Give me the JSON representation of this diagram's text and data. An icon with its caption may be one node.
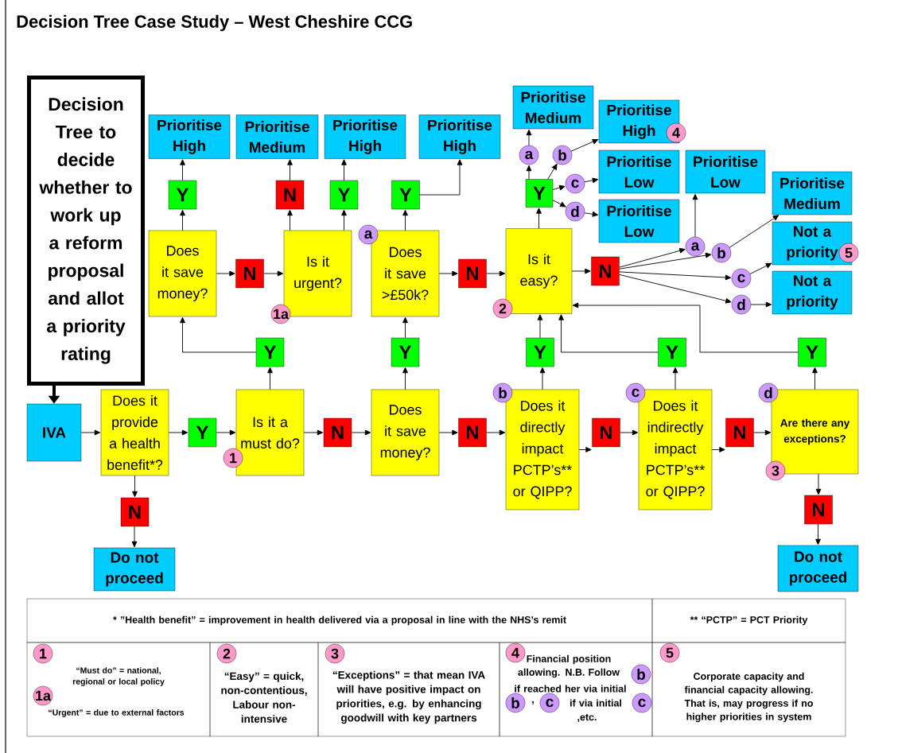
{
  "diagram": {
    "title": "Decision Tree Case Study – West Cheshire CCG",
    "nodes": [
      {
        "text": [
          "Decision Tree to decide whether to work up a reform proposal and allot a priority rating"
        ]
      },
      {
        "text": [
          "IVA"
        ]
      },
      {
        "text": [
          "Does it provide a health benefit*?"
        ]
      },
      {
        "text": [
          "Y"
        ]
      },
      {
        "text": [
          "Is it a must do?"
        ]
      },
      {
        "text": [
          "N"
        ]
      },
      {
        "text": [
          "Does it save money?"
        ]
      },
      {
        "text": [
          "N"
        ]
      },
      {
        "text": [
          "Does it directly impact PCTP’s** or QIPP?"
        ]
      },
      {
        "text": [
          "N"
        ]
      },
      {
        "text": [
          "Does it indirectly impact PCTP’s** or QIPP?"
        ]
      },
      {
        "text": [
          "N"
        ]
      },
      {
        "text": [
          "Are there any exceptions?"
        ]
      },
      {
        "text": [
          "N"
        ]
      },
      {
        "text": [
          "Do not proceed"
        ]
      },
      {
        "text": [
          "N"
        ]
      },
      {
        "text": [
          "Do not proceed"
        ]
      },
      {
        "text": [
          "Y"
        ]
      },
      {
        "text": [
          "Y"
        ]
      },
      {
        "text": [
          "Y"
        ]
      },
      {
        "text": [
          "Y"
        ]
      },
      {
        "text": [
          "Y"
        ]
      },
      {
        "text": [
          "Does it save money?"
        ]
      },
      {
        "text": [
          "N"
        ]
      },
      {
        "text": [
          "Is it urgent?"
        ]
      },
      {
        "text": [
          "Does it save >£50k?"
        ]
      },
      {
        "text": [
          "N"
        ]
      },
      {
        "text": [
          "Is it easy?"
        ]
      },
      {
        "text": [
          "N"
        ]
      },
      {
        "text": [
          "Y"
        ]
      },
      {
        "text": [
          "N"
        ]
      },
      {
        "text": [
          "Y"
        ]
      },
      {
        "text": [
          "Y"
        ]
      },
      {
        "text": [
          "Y"
        ]
      },
      {
        "text": [
          "Prioritise High"
        ]
      },
      {
        "text": [
          "Prioritise Medium"
        ]
      },
      {
        "text": [
          "Prioritise High"
        ]
      },
      {
        "text": [
          "Prioritise High"
        ]
      },
      {
        "text": [
          "a"
        ]
      },
      {
        "text": [
          "b"
        ]
      },
      {
        "text": [
          "c"
        ]
      },
      {
        "text": [
          "d"
        ]
      },
      {
        "text": [
          "Prioritise Medium"
        ]
      },
      {
        "text": [
          "Prioritise High"
        ]
      },
      {
        "text": [
          "Prioritise Low"
        ]
      },
      {
        "text": [
          "Prioritise Low"
        ]
      },
      {
        "text": [
          "a"
        ]
      },
      {
        "text": [
          "b"
        ]
      },
      {
        "text": [
          "c"
        ]
      },
      {
        "text": [
          "d"
        ]
      },
      {
        "text": [
          "Prioritise Low"
        ]
      },
      {
        "text": [
          "Prioritise Medium"
        ]
      },
      {
        "text": [
          "Not a priority"
        ]
      },
      {
        "text": [
          "Not a priority"
        ]
      },
      {
        "text": [
          "1a"
        ]
      },
      {
        "text": [
          "a"
        ]
      },
      {
        "text": [
          "4"
        ]
      },
      {
        "text": [
          "5"
        ]
      },
      {
        "text": [
          "2"
        ]
      },
      {
        "text": [
          "1"
        ]
      },
      {
        "text": [
          "b"
        ]
      },
      {
        "text": [
          "c"
        ]
      },
      {
        "text": [
          "d"
        ]
      },
      {
        "text": [
          "3"
        ]
      },
      {
        "text": [
          "* ”Health benefit” = improvement in health delivered via a proposal in line with the NHS’s remit"
        ]
      },
      {
        "text": [
          "** “PCTP” = PCT Priority"
        ]
      },
      {
        "text": [
          "“Must do” = national, regional or local policy",
          "“Urgent” = due to external factors"
        ]
      },
      {
        "text": [
          "“Easy” = quick, non-contentious, Labour non-intensive"
        ]
      },
      {
        "text": [
          "“Exceptions” = that mean IVA will have positive impact on priorities, e.g. by enhancing goodwill with key partners"
        ]
      },
      {
        "text": [
          "Financial position allowing. N.B. Follow",
          "if reached her via initial",
          ",",
          "if via initial",
          ",etc."
        ]
      },
      {
        "text": [
          "Corporate capacity and financial capacity allowing. That is, may progress if no higher priorities in system"
        ]
      },
      {
        "text": [
          "1"
        ],
        "in": 66
      },
      {
        "text": [
          "1a"
        ],
        "in": 66
      },
      {
        "text": [
          "2"
        ],
        "in": 67
      },
      {
        "text": [
          "3"
        ],
        "in": 68
      },
      {
        "text": [
          "4"
        ],
        "in": 69
      },
      {
        "text": [
          "b"
        ],
        "in": 69
      },
      {
        "text": [
          "b"
        ],
        "in": 69
      },
      {
        "text": [
          "c"
        ],
        "in": 69
      },
      {
        "text": [
          "c"
        ],
        "in": 69
      },
      {
        "text": [
          "5"
        ],
        "in": 70
      }
    ],
    "edges": [
      {
        "from": 0,
        "to": 1,
        "arrow": "to",
        "style": "thick"
      },
      {
        "from": 1,
        "to": 2,
        "arrow": "to"
      },
      {
        "from": 2,
        "to": 3,
        "arrow": "to"
      },
      {
        "from": 3,
        "to": 4,
        "arrow": "to"
      },
      {
        "from": 4,
        "to": 5,
        "arrow": "to"
      },
      {
        "from": 5,
        "to": 6,
        "arrow": "to"
      },
      {
        "from": 6,
        "to": 7,
        "arrow": "to"
      },
      {
        "from": 7,
        "to": 8,
        "arrow": "to"
      },
      {
        "from": 8,
        "to": 9,
        "arrow": "to"
      },
      {
        "from": 9,
        "to": 10,
        "arrow": "to"
      },
      {
        "from": 10,
        "to": 11,
        "arrow": "to"
      },
      {
        "from": 11,
        "to": 12,
        "arrow": "to"
      },
      {
        "from": 2,
        "to": 13,
        "arrow": "to"
      },
      {
        "from": 13,
        "to": 14,
        "arrow": "to"
      },
      {
        "from": 12,
        "to": 15,
        "arrow": "to"
      },
      {
        "from": 15,
        "to": 16,
        "arrow": "to"
      },
      {
        "from": 4,
        "to": 17,
        "arrow": "to"
      },
      {
        "from": 17,
        "to": 22,
        "arrow": "to"
      },
      {
        "from": 6,
        "to": 18,
        "arrow": "to"
      },
      {
        "from": 18,
        "to": 25,
        "arrow": "to"
      },
      {
        "from": 8,
        "to": 19,
        "arrow": "to"
      },
      {
        "from": 19,
        "to": 27,
        "arrow": "to"
      },
      {
        "from": 10,
        "to": 20,
        "arrow": "to"
      },
      {
        "from": 20,
        "to": 27,
        "arrow": "to"
      },
      {
        "from": 12,
        "to": 21,
        "arrow": "to"
      },
      {
        "from": 21,
        "to": 27,
        "arrow": "to"
      },
      {
        "from": 22,
        "to": 29,
        "arrow": "to"
      },
      {
        "from": 29,
        "to": 34,
        "arrow": "to"
      },
      {
        "from": 22,
        "to": 23,
        "arrow": "to"
      },
      {
        "from": 23,
        "to": 24,
        "arrow": "to"
      },
      {
        "from": 24,
        "to": 30,
        "arrow": "to"
      },
      {
        "from": 30,
        "to": 35,
        "arrow": "to"
      },
      {
        "from": 24,
        "to": 31,
        "arrow": "to"
      },
      {
        "from": 31,
        "to": 36,
        "arrow": "to"
      },
      {
        "from": 25,
        "to": 32,
        "arrow": "to"
      },
      {
        "from": 32,
        "to": 37,
        "arrow": "to"
      },
      {
        "from": 25,
        "to": 26,
        "arrow": "to"
      },
      {
        "from": 26,
        "to": 27,
        "arrow": "to"
      },
      {
        "from": 27,
        "to": 33,
        "arrow": "to"
      },
      {
        "from": 33,
        "to": 38,
        "arrow": "to"
      },
      {
        "from": 38,
        "to": 42,
        "arrow": "to"
      },
      {
        "from": 33,
        "to": 39,
        "arrow": "to"
      },
      {
        "from": 39,
        "to": 43,
        "arrow": "to"
      },
      {
        "from": 33,
        "to": 40,
        "arrow": "to"
      },
      {
        "from": 40,
        "to": 44,
        "arrow": "to"
      },
      {
        "from": 33,
        "to": 41,
        "arrow": "to"
      },
      {
        "from": 41,
        "to": 45,
        "arrow": "to"
      },
      {
        "from": 27,
        "to": 28,
        "arrow": "to"
      },
      {
        "from": 28,
        "to": 46,
        "arrow": "to"
      },
      {
        "from": 28,
        "to": 47,
        "arrow": "to"
      },
      {
        "from": 28,
        "to": 48,
        "arrow": "to"
      },
      {
        "from": 28,
        "to": 49,
        "arrow": "to"
      },
      {
        "from": 46,
        "to": 50,
        "arrow": "to"
      },
      {
        "from": 47,
        "to": 51,
        "arrow": "to"
      },
      {
        "from": 48,
        "to": 52,
        "arrow": "to"
      },
      {
        "from": 49,
        "to": 53,
        "arrow": "to"
      }
    ]
  }
}
